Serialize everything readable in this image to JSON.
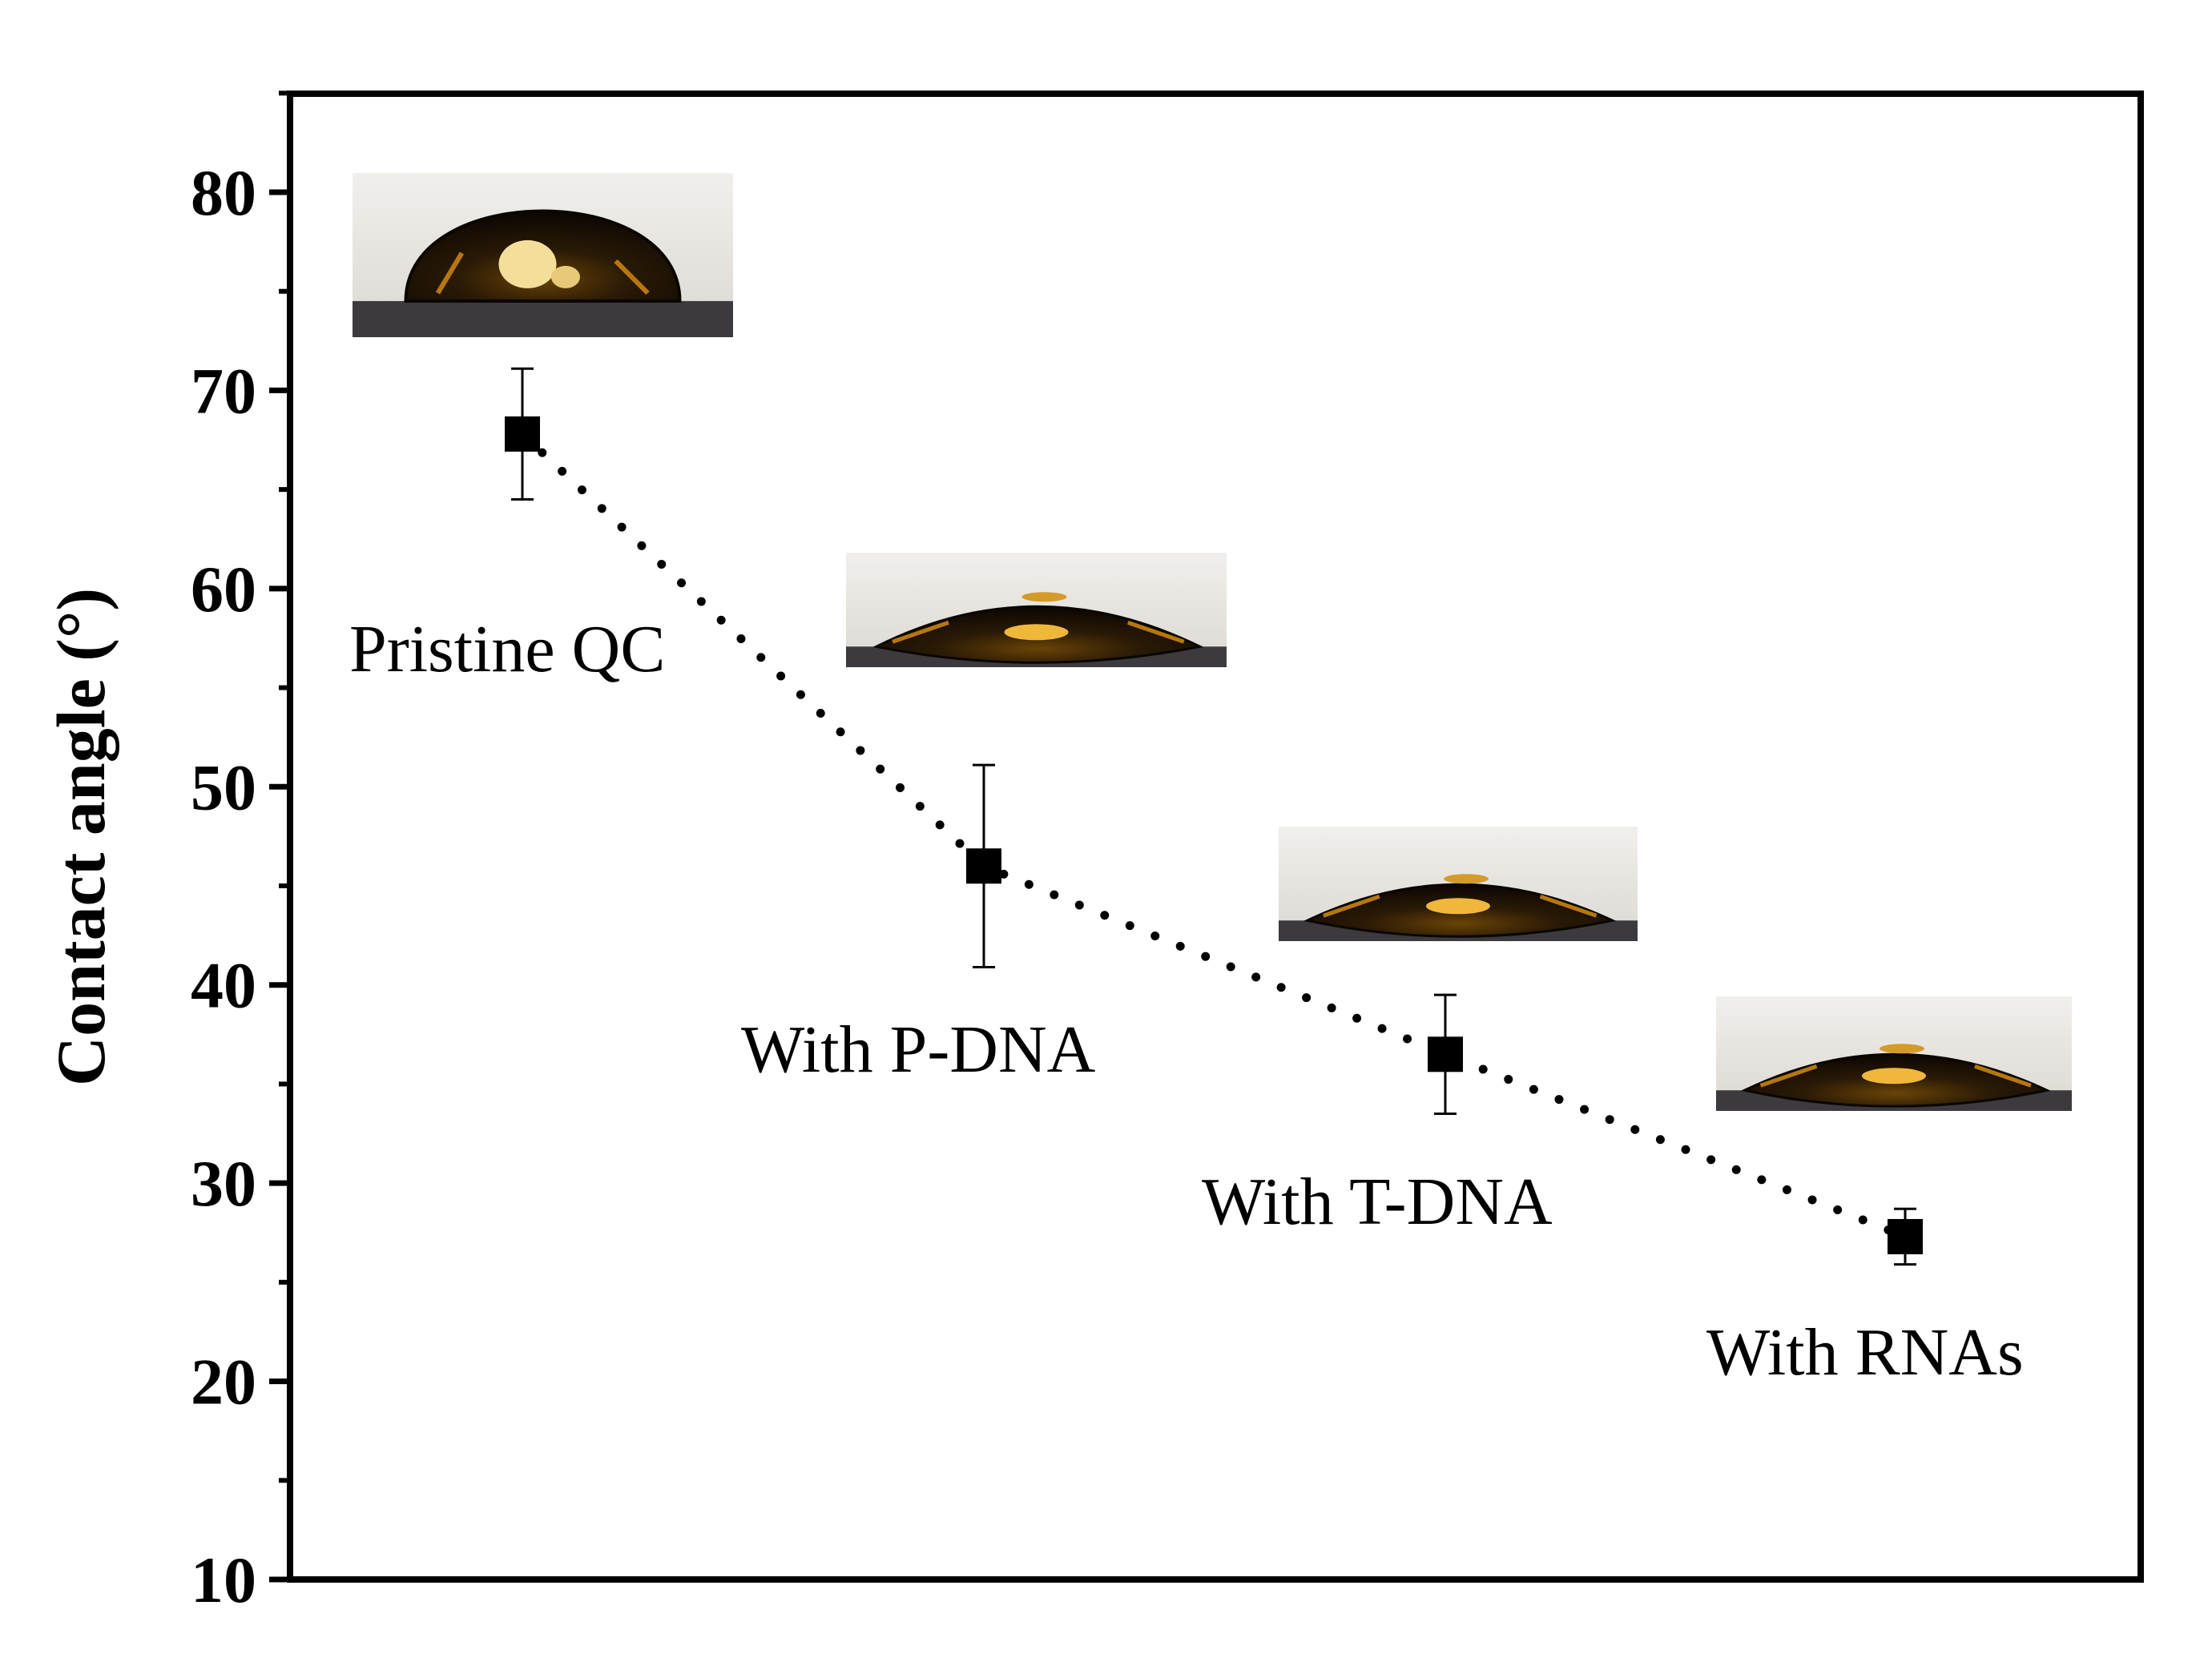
{
  "chart_data": {
    "type": "scatter",
    "title": "",
    "xlabel": "",
    "ylabel": "Contact angle (°)",
    "ylim": [
      10,
      85
    ],
    "yticks": [
      10,
      20,
      30,
      40,
      50,
      60,
      70,
      80
    ],
    "grid": false,
    "legend": "none",
    "line_style": "dotted",
    "marker": "square",
    "points": [
      {
        "label": "Pristine QC",
        "x": 1,
        "y": 67.8,
        "err": 3.3
      },
      {
        "label": "With P-DNA",
        "x": 2,
        "y": 46.0,
        "err": 5.1
      },
      {
        "label": "With T-DNA",
        "x": 3,
        "y": 36.5,
        "err": 3.0
      },
      {
        "label": "With RNAs",
        "x": 4,
        "y": 27.3,
        "err": 1.4
      }
    ],
    "xlim": [
      0.5,
      4.5
    ],
    "insets": [
      "droplet-photo-pristine",
      "droplet-photo-p-dna",
      "droplet-photo-t-dna",
      "droplet-photo-rnas"
    ]
  },
  "colors": {
    "axis": "#000000",
    "marker": "#000000",
    "droplet_dark": "#1c1206",
    "droplet_amber": "#b7770f",
    "droplet_highlight": "#f4df9a",
    "substrate": "#3c3a3f",
    "photo_bg": "#e7e4df"
  }
}
